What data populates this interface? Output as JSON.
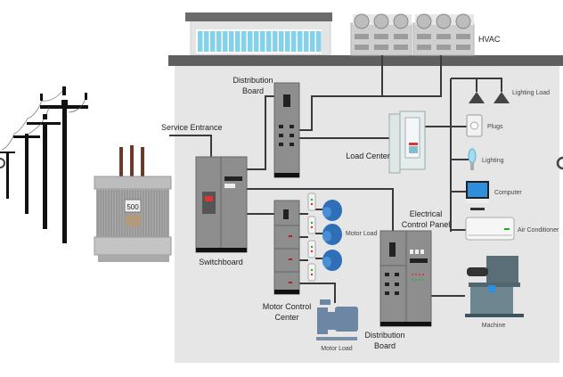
{
  "labels": {
    "hvac": "HVAC",
    "distribution_board_top": [
      "Distribution",
      "Board"
    ],
    "service_entrance": "Service Entrance",
    "load_center": "Load Center",
    "switchboard": "Switchboard",
    "motor_control_center": [
      "Motor Control",
      "Center"
    ],
    "electrical_control_panel": [
      "Electrical",
      "Control Panel"
    ],
    "distribution_board_bottom": [
      "Distribution",
      "Board"
    ],
    "motor_load_motors": "Motor Load",
    "motor_load_pump": "Motor Load",
    "machine": "Machine",
    "lighting_load": "Lighting Load",
    "plugs": "Plugs",
    "lighting": "Lighting",
    "computer": "Computer",
    "air_conditioner": "Air Conditioner",
    "transformer_rating": "500"
  },
  "colors": {
    "building_bg": "#e6e6e6",
    "roof": "#5f5f5f",
    "panel": "#8e8e8e",
    "motor": "#2f6fb8",
    "window": "#84d2ea",
    "wire": "#3a3a3a"
  }
}
